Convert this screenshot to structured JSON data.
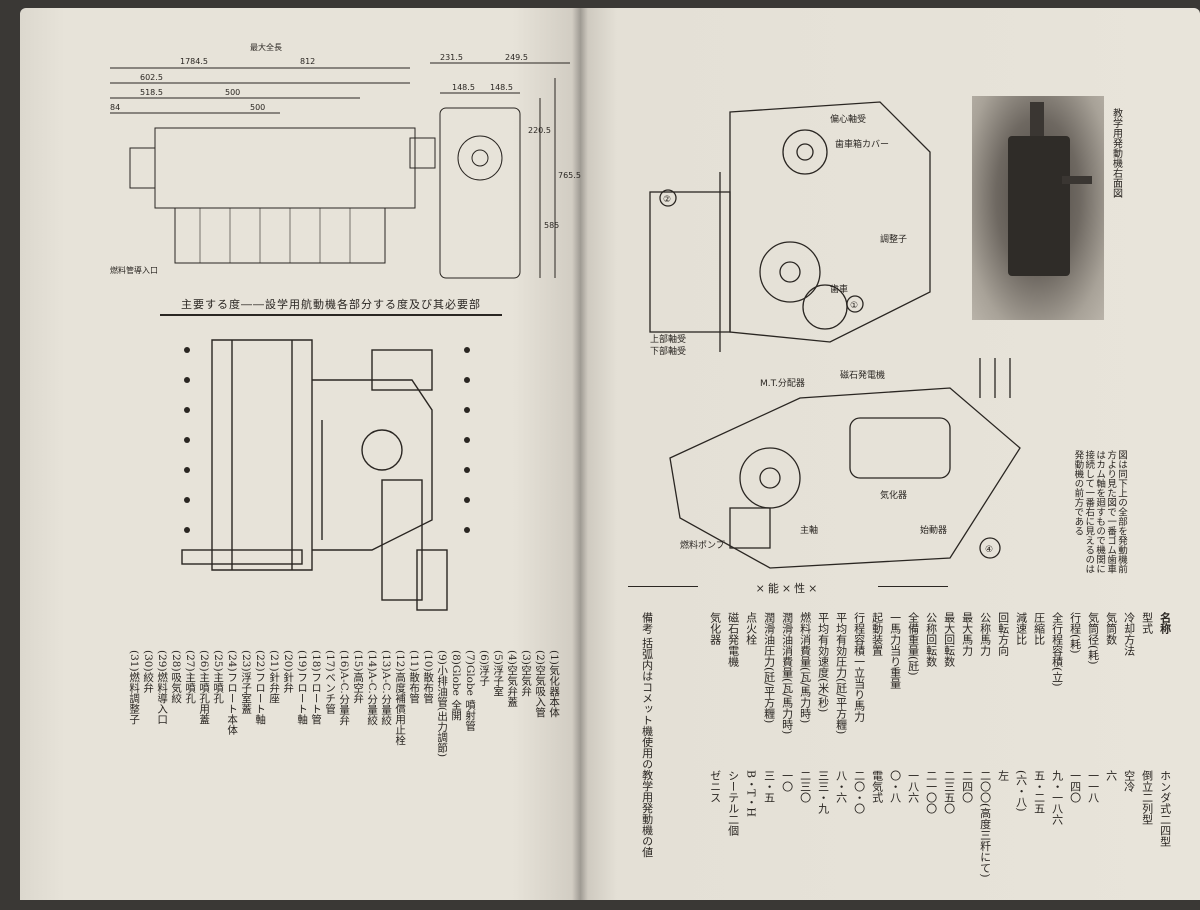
{
  "left_page": {
    "caption": "主要する度――設学用航動機各部分する度及び其必要部",
    "top_drawing": {
      "labels": [
        "1784.5",
        "最大全長",
        "812",
        "602.5",
        "518.5",
        "500",
        "500",
        "84",
        "231.5",
        "249.5",
        "148.5",
        "148.5",
        "220.5",
        "765.5",
        "585",
        "燃料管導入口"
      ]
    },
    "legend": [
      "(1)気化器本体",
      "(2)空気吸入管",
      "(3)空気弁",
      "(4)空気弁蓋",
      "(5)浮子室",
      "(6)浮子",
      "(7)Globe 噴射管",
      "(8)Globe 全開",
      "(9)小排油管(出力調節)",
      "(10)散布管",
      "(11)散布管",
      "(12)高度補償用止栓",
      "(13)A-C.分量絞",
      "(14)A-C.分量絞",
      "(15)高空弁",
      "(16)A-C.分量弁",
      "(17)ベンチ管",
      "(18)フロート管",
      "(19)フロート軸",
      "(20)針弁",
      "(21)針弁座",
      "(22)フロート軸",
      "(23)浮子室蓋",
      "(24)フロート本体",
      "(25)主噴孔",
      "(26)主噴孔用蓋",
      "(27)主噴孔",
      "(28)吸気絞",
      "(29)燃料導入口",
      "(30)絞弁",
      "(31)燃料調整子"
    ]
  },
  "right_page": {
    "photo_caption": "教学用発動機右面図",
    "side_caption": "図は同下上の全部を発動機前方より見た図で一番ゴム歯車はカム軸を廻すもので機関に接続して一番右に見えるのは発動機の前方である",
    "drawing_labels": [
      "偏心軸受",
      "歯車箱カバー",
      "調整子",
      "②",
      "①",
      "④",
      "上部軸受",
      "下部軸受",
      "M.T.分配器",
      "磁石発電機",
      "主軸",
      "歯車",
      "燃料ポンプ",
      "気化器",
      "始動器"
    ],
    "spec_header": "×能×性×",
    "specs": [
      {
        "k": "名称",
        "v": "ホンダ式二四型"
      },
      {
        "k": "型式",
        "v": "倒立二列型"
      },
      {
        "k": "冷却方法",
        "v": "空冷"
      },
      {
        "k": "気筒数",
        "v": "六"
      },
      {
        "k": "気筒径(耗)",
        "v": "一一八"
      },
      {
        "k": "行程(耗)",
        "v": "一四〇"
      },
      {
        "k": "全行程容積(立)",
        "v": "九・一八六"
      },
      {
        "k": "圧縮比",
        "v": "五・二五"
      },
      {
        "k": "減速比",
        "v": "(六・八)"
      },
      {
        "k": "回転方向",
        "v": "左"
      },
      {
        "k": "公称馬力",
        "v": "二〇〇(高度三粁にて)"
      },
      {
        "k": "最大馬力",
        "v": "二四〇"
      },
      {
        "k": "最大回転数",
        "v": "二三五〇"
      },
      {
        "k": "公称回転数",
        "v": "二一〇〇"
      },
      {
        "k": "全備重量(瓩)",
        "v": "一八六"
      },
      {
        "k": "一馬力当り重量",
        "v": "〇・八"
      },
      {
        "k": "起動装置",
        "v": "電気式"
      },
      {
        "k": "行程容積一立当り馬力",
        "v": "二〇・〇"
      },
      {
        "k": "平均有効圧力(瓩/平方糎)",
        "v": "八・六"
      },
      {
        "k": "平均有効速度(米/秒)",
        "v": "三三・九"
      },
      {
        "k": "燃料消費量(瓦/馬力時)",
        "v": "二三〇"
      },
      {
        "k": "潤滑油消費量(瓦/馬力時)",
        "v": "一〇"
      },
      {
        "k": "潤滑油圧力(瓩/平方糎)",
        "v": "三・五"
      },
      {
        "k": "点火栓",
        "v": "B・T・H"
      },
      {
        "k": "磁石発電機",
        "v": "シーテル二個"
      },
      {
        "k": "気化器",
        "v": "ゼニス"
      }
    ],
    "note": "備考 括弧内はコメット機使用の教学用発動機の値"
  }
}
